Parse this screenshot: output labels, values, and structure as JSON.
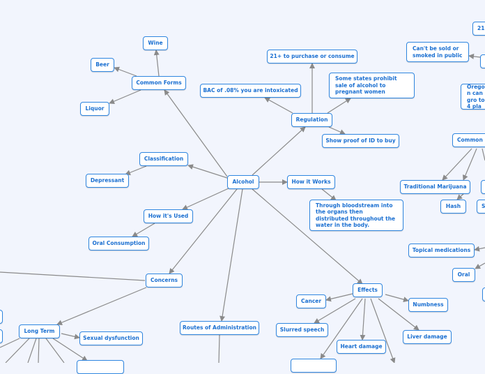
{
  "colors": {
    "background": "#f2f5fd",
    "node_border": "#2f86e0",
    "node_text": "#1a6fd1",
    "edge": "#8a8a8a"
  },
  "nodes": {
    "alcohol": "Alcohol",
    "common_forms": "Common Forms",
    "wine": "Wine",
    "beer": "Beer",
    "liquor": "Liquor",
    "classification": "Classification",
    "depressant": "Depressant",
    "how_used": "How it's Used",
    "oral_consumption": "Oral Consumption",
    "how_works": "How it Works",
    "bloodstream": "Through bloodstream into the organs then distributed throughout the water in the body.",
    "regulation": "Regulation",
    "bac": "BAC of .08% you are intoxicated",
    "age21": "21+ to purchase or consume",
    "pregnant": "Some states prohibit sale of alcohol to pregnant women",
    "show_id": "Show proof of ID to buy",
    "concerns": "Concerns",
    "long_term": "Long Term",
    "sexual": "Sexual dysfunction",
    "routes": "Routes of Administration",
    "effects": "Effects",
    "cancer": "Cancer",
    "numbness": "Numbness",
    "slurred": "Slurred speech",
    "liver": "Liver damage",
    "heart": "Heart damage",
    "r_21": "21",
    "r_public": "Can't be sold or smoked in public",
    "r_oregon": "Oregon can gro to 4 pla",
    "r_common": "Common I",
    "r_traditional": "Traditional Marijuana",
    "r_hash": "Hash",
    "r_s": "S",
    "r_topical": "Topical medications",
    "r_oral": "Oral"
  }
}
